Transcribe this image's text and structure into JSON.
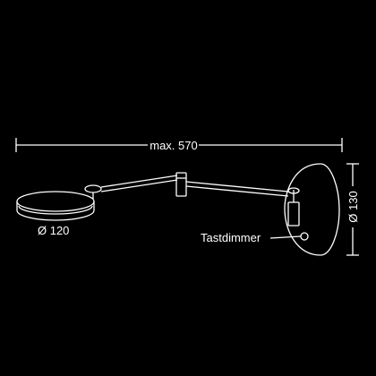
{
  "colors": {
    "background": "#000000",
    "line": "#ffffff",
    "text": "#ffffff"
  },
  "dimensions": {
    "overall_length": "max. 570",
    "head_diameter": "Ø 120",
    "wall_plate_diameter": "Ø 130"
  },
  "labels": {
    "touch_dimmer": "Tastdimmer"
  }
}
